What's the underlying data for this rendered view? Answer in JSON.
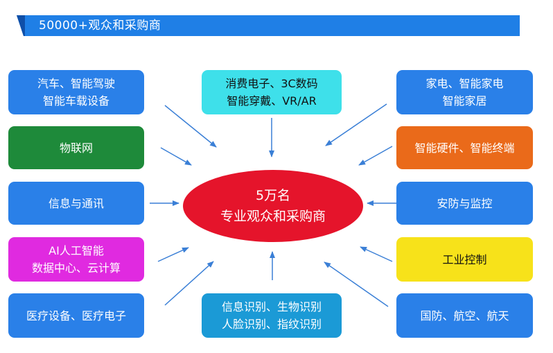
{
  "header": {
    "title": "50000+观众和采购商"
  },
  "center": {
    "line1": "5万名",
    "line2": "专业观众和采购商"
  },
  "boxes": {
    "auto": {
      "lines": [
        "汽车、智能驾驶",
        "智能车载设备"
      ],
      "color": "#2a80e8"
    },
    "iot": {
      "lines": [
        "物联网"
      ],
      "color": "#1e8a3a"
    },
    "telecom": {
      "lines": [
        "信息与通讯"
      ],
      "color": "#2a80e8"
    },
    "ai": {
      "lines": [
        "AI人工智能",
        "数据中心、云计算"
      ],
      "color": "#e02ae0"
    },
    "medical": {
      "lines": [
        "医疗设备、医疗电子"
      ],
      "color": "#2a80e8"
    },
    "consumer": {
      "lines": [
        "消费电子、3C数码",
        "智能穿戴、VR/AR"
      ],
      "color": "#3ee0ea"
    },
    "biometric": {
      "lines": [
        "信息识别、生物识别",
        "人脸识别、指纹识别"
      ],
      "color": "#1b9ad6"
    },
    "appliance": {
      "lines": [
        "家电、智能家电",
        "智能家居"
      ],
      "color": "#2a80e8"
    },
    "hardware": {
      "lines": [
        "智能硬件、智能终端"
      ],
      "color": "#ea6a1a"
    },
    "security": {
      "lines": [
        "安防与监控"
      ],
      "color": "#2a80e8"
    },
    "industrial": {
      "lines": [
        "工业控制"
      ],
      "color": "#f7e21a"
    },
    "defense": {
      "lines": [
        "国防、航空、航天"
      ],
      "color": "#2a80e8"
    }
  }
}
